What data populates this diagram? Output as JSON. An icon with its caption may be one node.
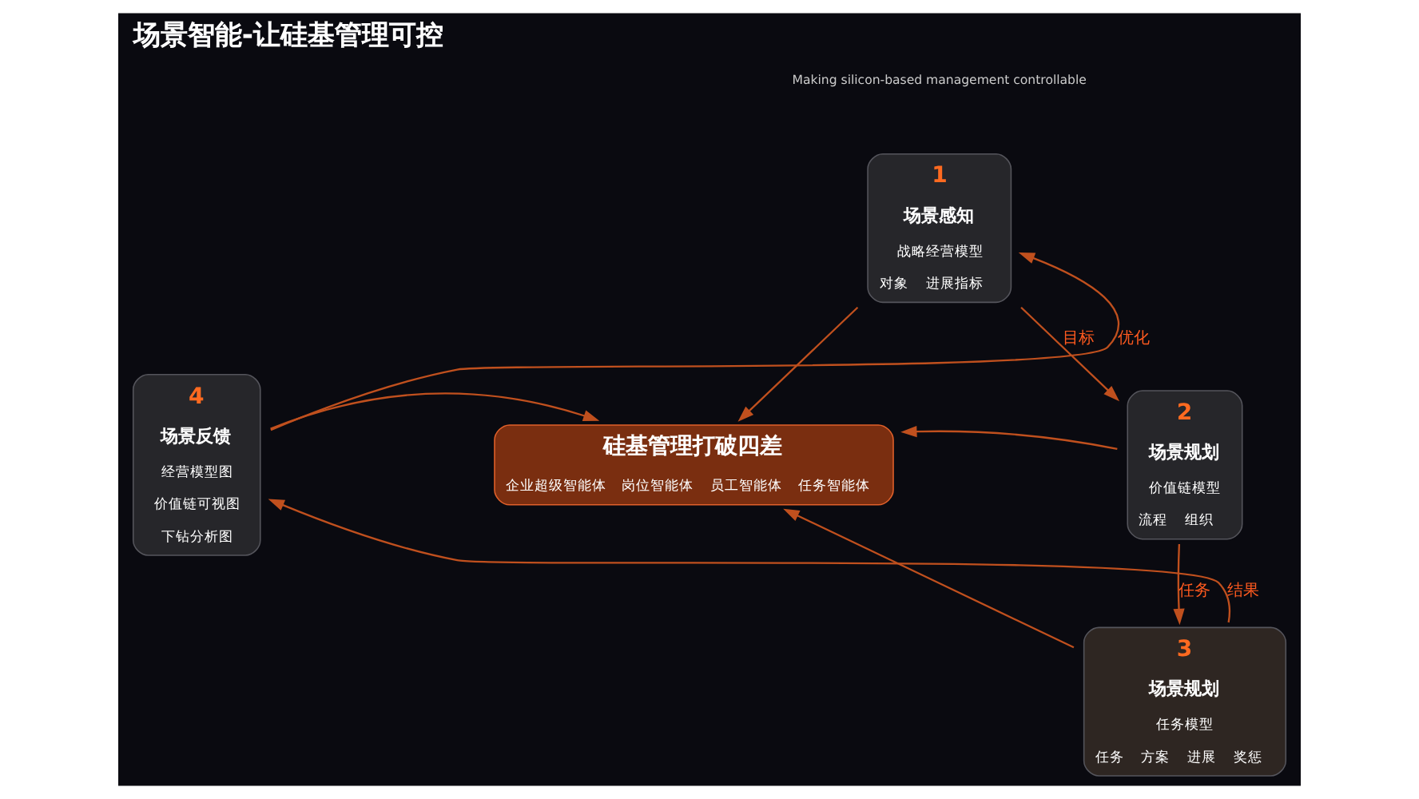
{
  "diagram": {
    "title": "场景智能-让硅基管理可控",
    "nodes": [
      {
        "text": [
          "1",
          "场景感知",
          "战略经营模型",
          "对象",
          "进展指标"
        ]
      },
      {
        "text": [
          "4",
          "场景反馈",
          "经营模型图",
          "价值链可视图",
          "下钻分析图"
        ]
      },
      {
        "text": [
          "硅基管理打破四差",
          "企业超级智能体",
          "岗位智能体",
          "员工智能体",
          "任务智能体"
        ]
      },
      {
        "text": [
          "2",
          "场景规划",
          "价值链模型",
          "流程",
          "组织"
        ]
      },
      {
        "text": [
          "3",
          "场景规划",
          "任务模型",
          "任务",
          "方案",
          "进展",
          "奖惩"
        ]
      }
    ],
    "edges": [
      {
        "from": 0,
        "to": 2,
        "arrow": "to"
      },
      {
        "from": 1,
        "to": 2,
        "arrow": "to"
      },
      {
        "from": 3,
        "to": 2,
        "arrow": "to"
      },
      {
        "from": 4,
        "to": 2,
        "arrow": "to"
      },
      {
        "from": 0,
        "to": 3,
        "arrow": "to",
        "label": "目标"
      },
      {
        "from": 3,
        "to": 4,
        "arrow": "to",
        "label": "任务"
      },
      {
        "from": 4,
        "to": 1,
        "arrow": "to",
        "label": "结果"
      },
      {
        "from": 1,
        "to": 0,
        "arrow": "to",
        "label": "优化"
      }
    ],
    "labels": [
      "Making silicon-based management controllable"
    ]
  }
}
